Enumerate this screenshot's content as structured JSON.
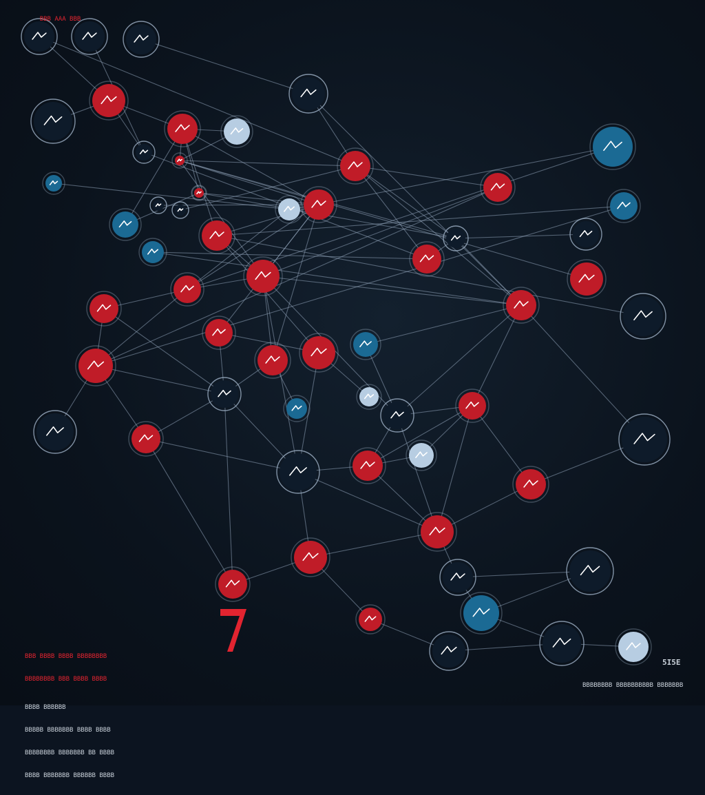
{
  "colors": {
    "background": "#0c1420",
    "edge": "#8fa3b8",
    "red_node": "#c01c28",
    "dark_node": "#0e1b2a",
    "blue_node": "#1b6a94",
    "pale_node": "#b7cde2",
    "accent_red": "#e22430"
  },
  "corner_text": {
    "top_left": "BBB AAA BBB",
    "bottom_left_line1": "BBB BBBB BBBB BBBBBBBB",
    "bottom_left_line2": "BBBBBBBB BBB BBBB BBBB",
    "bottom_left_line3": "BBBB BBBBBB",
    "bottom_left_line4": "BBBBB BBBBBBB BBBB BBBB",
    "bottom_left_line5": "BBBBBBBB BBBBBBB BB BBBB",
    "bottom_left_line6": "BBBB BBBBBBB BBBBBB BBBB",
    "bottom_right_label": "5I5E",
    "bottom_right_caption": "BBBBBBBB BBBBBBBBBB BBBBBBB",
    "node_seven_label": "7"
  },
  "nodes": [
    {
      "id": "n1",
      "kind": "dark",
      "icon": "brain-icon"
    },
    {
      "id": "n2",
      "kind": "dark",
      "icon": "hand-icon"
    },
    {
      "id": "n3",
      "kind": "dark",
      "icon": "monitor-icon"
    },
    {
      "id": "n4",
      "kind": "dark",
      "icon": "globe-icon"
    },
    {
      "id": "n5",
      "kind": "red",
      "icon": "person-icon"
    },
    {
      "id": "n6",
      "kind": "red",
      "icon": "lock-icon"
    },
    {
      "id": "n7",
      "kind": "pale",
      "icon": "gear-icon"
    },
    {
      "id": "n8",
      "kind": "dark",
      "icon": "truck-icon"
    },
    {
      "id": "n9",
      "kind": "dark",
      "icon": "tools-icon"
    },
    {
      "id": "n10",
      "kind": "blue",
      "icon": "number-icon"
    },
    {
      "id": "n11",
      "kind": "red",
      "icon": "drop-icon"
    },
    {
      "id": "n12",
      "kind": "red",
      "icon": "chart-icon"
    },
    {
      "id": "n13",
      "kind": "red",
      "icon": "badge-icon"
    },
    {
      "id": "n14",
      "kind": "red",
      "icon": "arrow-icon"
    },
    {
      "id": "n15",
      "kind": "pale",
      "icon": "car-icon"
    },
    {
      "id": "n16",
      "kind": "red",
      "icon": "screen-icon"
    },
    {
      "id": "n17",
      "kind": "blue",
      "icon": "globe-icon"
    },
    {
      "id": "n18",
      "kind": "red",
      "icon": "target-icon"
    },
    {
      "id": "n19",
      "kind": "blue",
      "icon": "cloud-icon"
    },
    {
      "id": "n20",
      "kind": "red",
      "icon": "truck-icon"
    },
    {
      "id": "n21",
      "kind": "dark",
      "icon": "person-icon"
    },
    {
      "id": "n22",
      "kind": "red",
      "icon": "gauge-icon"
    },
    {
      "id": "n23",
      "kind": "red",
      "icon": "tag-icon"
    },
    {
      "id": "n24",
      "kind": "red",
      "icon": "document-icon"
    },
    {
      "id": "n25",
      "kind": "dark",
      "icon": "wave-icon"
    },
    {
      "id": "n26",
      "kind": "red",
      "icon": "clipboard-icon"
    },
    {
      "id": "n27",
      "kind": "red",
      "icon": "pencil-icon"
    },
    {
      "id": "n28",
      "kind": "red",
      "icon": "book-icon"
    },
    {
      "id": "n29",
      "kind": "red",
      "icon": "grid-icon"
    },
    {
      "id": "n30",
      "kind": "blue",
      "icon": "atom-icon"
    },
    {
      "id": "n31",
      "kind": "red",
      "icon": "user-icon"
    },
    {
      "id": "n32",
      "kind": "dark",
      "icon": "camera-icon"
    },
    {
      "id": "n33",
      "kind": "pale",
      "icon": "bug-icon"
    },
    {
      "id": "n34",
      "kind": "blue",
      "icon": "globe-icon"
    },
    {
      "id": "n35",
      "kind": "dark",
      "icon": "chevron-icon"
    },
    {
      "id": "n36",
      "kind": "red",
      "icon": "card-icon"
    },
    {
      "id": "n37",
      "kind": "dark",
      "icon": "car-icon"
    },
    {
      "id": "n38",
      "kind": "red",
      "icon": "checklist-icon"
    },
    {
      "id": "n39",
      "kind": "dark",
      "icon": "sphere-icon"
    },
    {
      "id": "n40",
      "kind": "dark",
      "icon": "bridge-icon"
    },
    {
      "id": "n41",
      "kind": "red",
      "icon": "pin-icon"
    },
    {
      "id": "n42",
      "kind": "pale",
      "icon": "fish-icon"
    },
    {
      "id": "n43",
      "kind": "red",
      "icon": "search-icon"
    },
    {
      "id": "n44",
      "kind": "red",
      "icon": "bar-chart-icon"
    },
    {
      "id": "n45",
      "kind": "red",
      "icon": "circle-icon"
    },
    {
      "id": "n46",
      "kind": "red",
      "icon": "music-icon"
    },
    {
      "id": "n47",
      "kind": "dark",
      "icon": "cup-icon"
    },
    {
      "id": "n48",
      "kind": "dark",
      "icon": "train-icon"
    },
    {
      "id": "n49",
      "kind": "blue",
      "icon": "globe-icon"
    },
    {
      "id": "n50",
      "kind": "red",
      "icon": "swirl-icon"
    },
    {
      "id": "n51",
      "kind": "dark",
      "icon": "compass-icon"
    },
    {
      "id": "n52",
      "kind": "dark",
      "icon": "table-icon"
    },
    {
      "id": "n53",
      "kind": "pale",
      "icon": "dot-icon"
    },
    {
      "id": "n54",
      "kind": "blue",
      "icon": "globe-icon"
    },
    {
      "id": "n55",
      "kind": "blue",
      "icon": "network-icon"
    },
    {
      "id": "n56",
      "kind": "dark",
      "icon": "eye-icon"
    },
    {
      "id": "n57",
      "kind": "red",
      "icon": "dot-icon"
    },
    {
      "id": "n58",
      "kind": "red",
      "icon": "dot-icon"
    },
    {
      "id": "n59",
      "kind": "dark",
      "icon": "bird-icon"
    },
    {
      "id": "n60",
      "kind": "dark",
      "icon": "shoe-icon"
    }
  ],
  "edges": [
    [
      "n5",
      "n1"
    ],
    [
      "n5",
      "n6"
    ],
    [
      "n5",
      "n4"
    ],
    [
      "n5",
      "n9"
    ],
    [
      "n6",
      "n14"
    ],
    [
      "n6",
      "n11"
    ],
    [
      "n6",
      "n17"
    ],
    [
      "n6",
      "n16"
    ],
    [
      "n6",
      "n7"
    ],
    [
      "n6",
      "n13"
    ],
    [
      "n11",
      "n12"
    ],
    [
      "n11",
      "n21"
    ],
    [
      "n11",
      "n18"
    ],
    [
      "n11",
      "n14"
    ],
    [
      "n12",
      "n21"
    ],
    [
      "n12",
      "n20"
    ],
    [
      "n12",
      "n23"
    ],
    [
      "n12",
      "n24"
    ],
    [
      "n12",
      "n8"
    ],
    [
      "n14",
      "n18"
    ],
    [
      "n14",
      "n22"
    ],
    [
      "n14",
      "n16"
    ],
    [
      "n14",
      "n27"
    ],
    [
      "n14",
      "n28"
    ],
    [
      "n16",
      "n18"
    ],
    [
      "n16",
      "n29"
    ],
    [
      "n18",
      "n24"
    ],
    [
      "n18",
      "n35"
    ],
    [
      "n18",
      "n40"
    ],
    [
      "n18",
      "n28"
    ],
    [
      "n20",
      "n21"
    ],
    [
      "n21",
      "n24"
    ],
    [
      "n21",
      "n25"
    ],
    [
      "n22",
      "n18"
    ],
    [
      "n22",
      "n26"
    ],
    [
      "n22",
      "n31"
    ],
    [
      "n23",
      "n18"
    ],
    [
      "n23",
      "n31"
    ],
    [
      "n24",
      "n36"
    ],
    [
      "n24",
      "n35"
    ],
    [
      "n24",
      "n39"
    ],
    [
      "n24",
      "n30"
    ],
    [
      "n26",
      "n32"
    ],
    [
      "n26",
      "n31"
    ],
    [
      "n27",
      "n29"
    ],
    [
      "n27",
      "n32"
    ],
    [
      "n28",
      "n32"
    ],
    [
      "n28",
      "n34"
    ],
    [
      "n29",
      "n33"
    ],
    [
      "n29",
      "n40"
    ],
    [
      "n30",
      "n35"
    ],
    [
      "n31",
      "n32"
    ],
    [
      "n31",
      "n37"
    ],
    [
      "n31",
      "n38"
    ],
    [
      "n32",
      "n40"
    ],
    [
      "n32",
      "n38"
    ],
    [
      "n32",
      "n46"
    ],
    [
      "n35",
      "n36"
    ],
    [
      "n35",
      "n41"
    ],
    [
      "n35",
      "n44"
    ],
    [
      "n36",
      "n43"
    ],
    [
      "n36",
      "n44"
    ],
    [
      "n36",
      "n41"
    ],
    [
      "n38",
      "n40"
    ],
    [
      "n38",
      "n46"
    ],
    [
      "n40",
      "n41"
    ],
    [
      "n40",
      "n44"
    ],
    [
      "n40",
      "n45"
    ],
    [
      "n41",
      "n42"
    ],
    [
      "n41",
      "n44"
    ],
    [
      "n43",
      "n39"
    ],
    [
      "n43",
      "n44"
    ],
    [
      "n44",
      "n45"
    ],
    [
      "n44",
      "n47"
    ],
    [
      "n45",
      "n46"
    ],
    [
      "n45",
      "n50"
    ],
    [
      "n47",
      "n48"
    ],
    [
      "n47",
      "n49"
    ],
    [
      "n49",
      "n52"
    ],
    [
      "n52",
      "n53"
    ],
    [
      "n50",
      "n51"
    ],
    [
      "n10",
      "n15"
    ],
    [
      "n15",
      "n14"
    ],
    [
      "n15",
      "n22"
    ],
    [
      "n54",
      "n16"
    ],
    [
      "n54",
      "n31"
    ],
    [
      "n3",
      "n8"
    ],
    [
      "n8",
      "n24"
    ],
    [
      "n9",
      "n20"
    ],
    [
      "n7",
      "n11"
    ],
    [
      "n55",
      "n14"
    ],
    [
      "n55",
      "n22"
    ],
    [
      "n13",
      "n21"
    ],
    [
      "n19",
      "n20"
    ],
    [
      "n19",
      "n24"
    ],
    [
      "n17",
      "n13"
    ],
    [
      "n2",
      "n9"
    ],
    [
      "n1",
      "n12"
    ],
    [
      "n42",
      "n36"
    ],
    [
      "n48",
      "n49"
    ],
    [
      "n52",
      "n51"
    ],
    [
      "n57",
      "n11"
    ],
    [
      "n58",
      "n14"
    ],
    [
      "n59",
      "n14"
    ],
    [
      "n60",
      "n12"
    ],
    [
      "n56",
      "n16"
    ]
  ]
}
